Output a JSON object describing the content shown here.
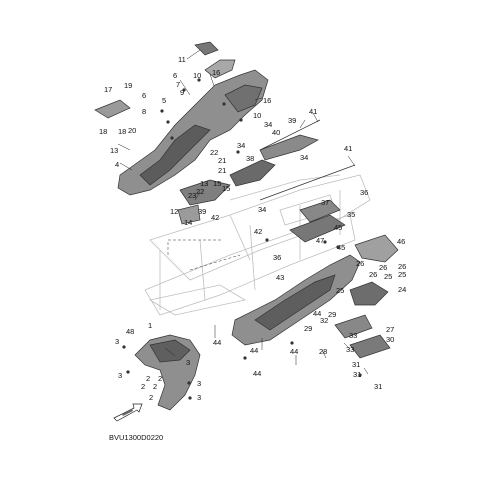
{
  "diagram_code": "BVU1300D0220",
  "callouts": [
    "1",
    "2",
    "3",
    "4",
    "5",
    "6",
    "7",
    "8",
    "9",
    "10",
    "11",
    "12",
    "13",
    "14",
    "15",
    "16",
    "17",
    "18",
    "19",
    "20",
    "21",
    "22",
    "23",
    "24",
    "25",
    "26",
    "27",
    "28",
    "29",
    "30",
    "31",
    "32",
    "33",
    "34",
    "35",
    "36",
    "37",
    "38",
    "39",
    "40",
    "41",
    "42",
    "43",
    "44",
    "45",
    "46",
    "47",
    "48"
  ],
  "colors": {
    "part_fill": "#8f8f8f",
    "part_dark": "#5c5c5c",
    "frame_outline": "#bfbfbf",
    "text": "#111111"
  },
  "icons": {
    "front_arrow": "arrow-icon"
  }
}
